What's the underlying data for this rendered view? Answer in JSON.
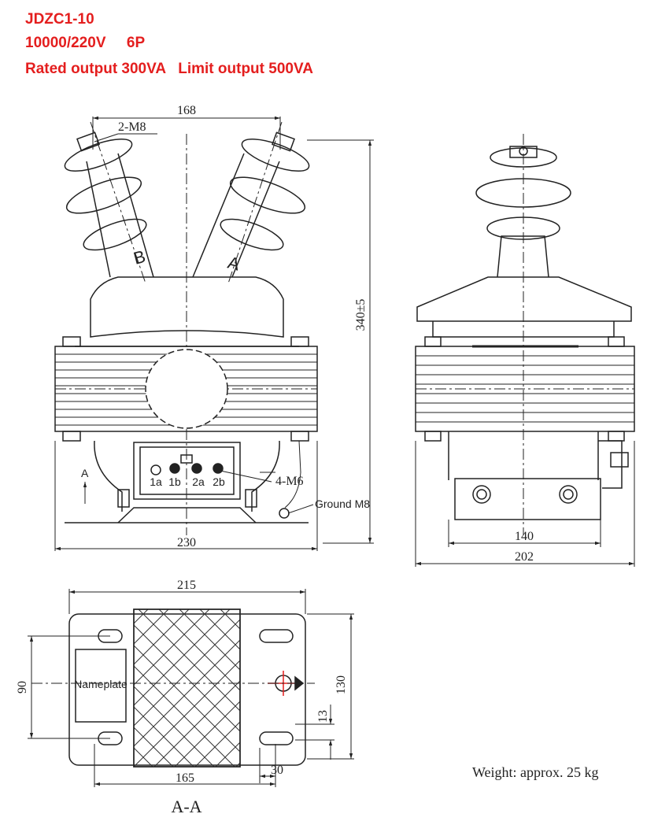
{
  "specs": {
    "line1": "JDZC1-10",
    "line2": "10000/220V     6P",
    "line3": "Rated output 300VA   Limit output 500VA"
  },
  "front_view": {
    "dim_top": "168",
    "bolt_label": "2-M8",
    "phase_b": "B",
    "phase_a": "A",
    "dim_height": "340±5",
    "terminals": [
      "1a",
      "1b",
      "2a",
      "2b"
    ],
    "screws_label": "4-M6",
    "ground_label": "Ground M8",
    "view_arrow_label": "A",
    "dim_width": "230"
  },
  "side_view": {
    "dim_inner": "140",
    "dim_width": "202"
  },
  "bottom_view": {
    "dim_top": "215",
    "dim_left": "90",
    "nameplate": "Nameplate",
    "dim_right": "130",
    "dim_13": "13",
    "dim_30": "30",
    "dim_bottom": "165",
    "title": "A-A"
  },
  "weight": "Weight: approx. 25 kg"
}
